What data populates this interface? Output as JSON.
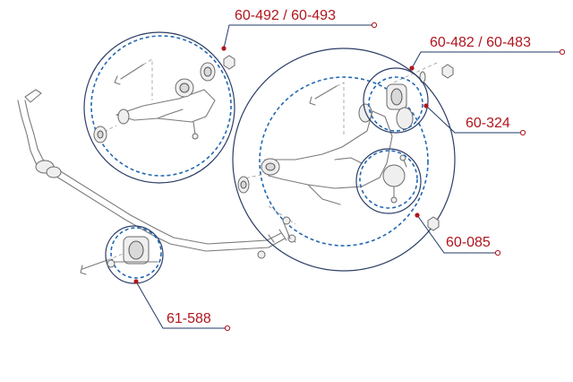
{
  "callouts": {
    "upper_arm": "60-492 / 60-493",
    "lower_arm": "60-482 / 60-483",
    "bushing": "60-324",
    "ball_joint": "60-085",
    "stabilizer_bushing": "61-588"
  },
  "colors": {
    "callout_text": "#b0161e",
    "leader_line": "#1f3a66",
    "highlight_dashed": "#2468b0",
    "outline_circle": "#2c3e66"
  }
}
